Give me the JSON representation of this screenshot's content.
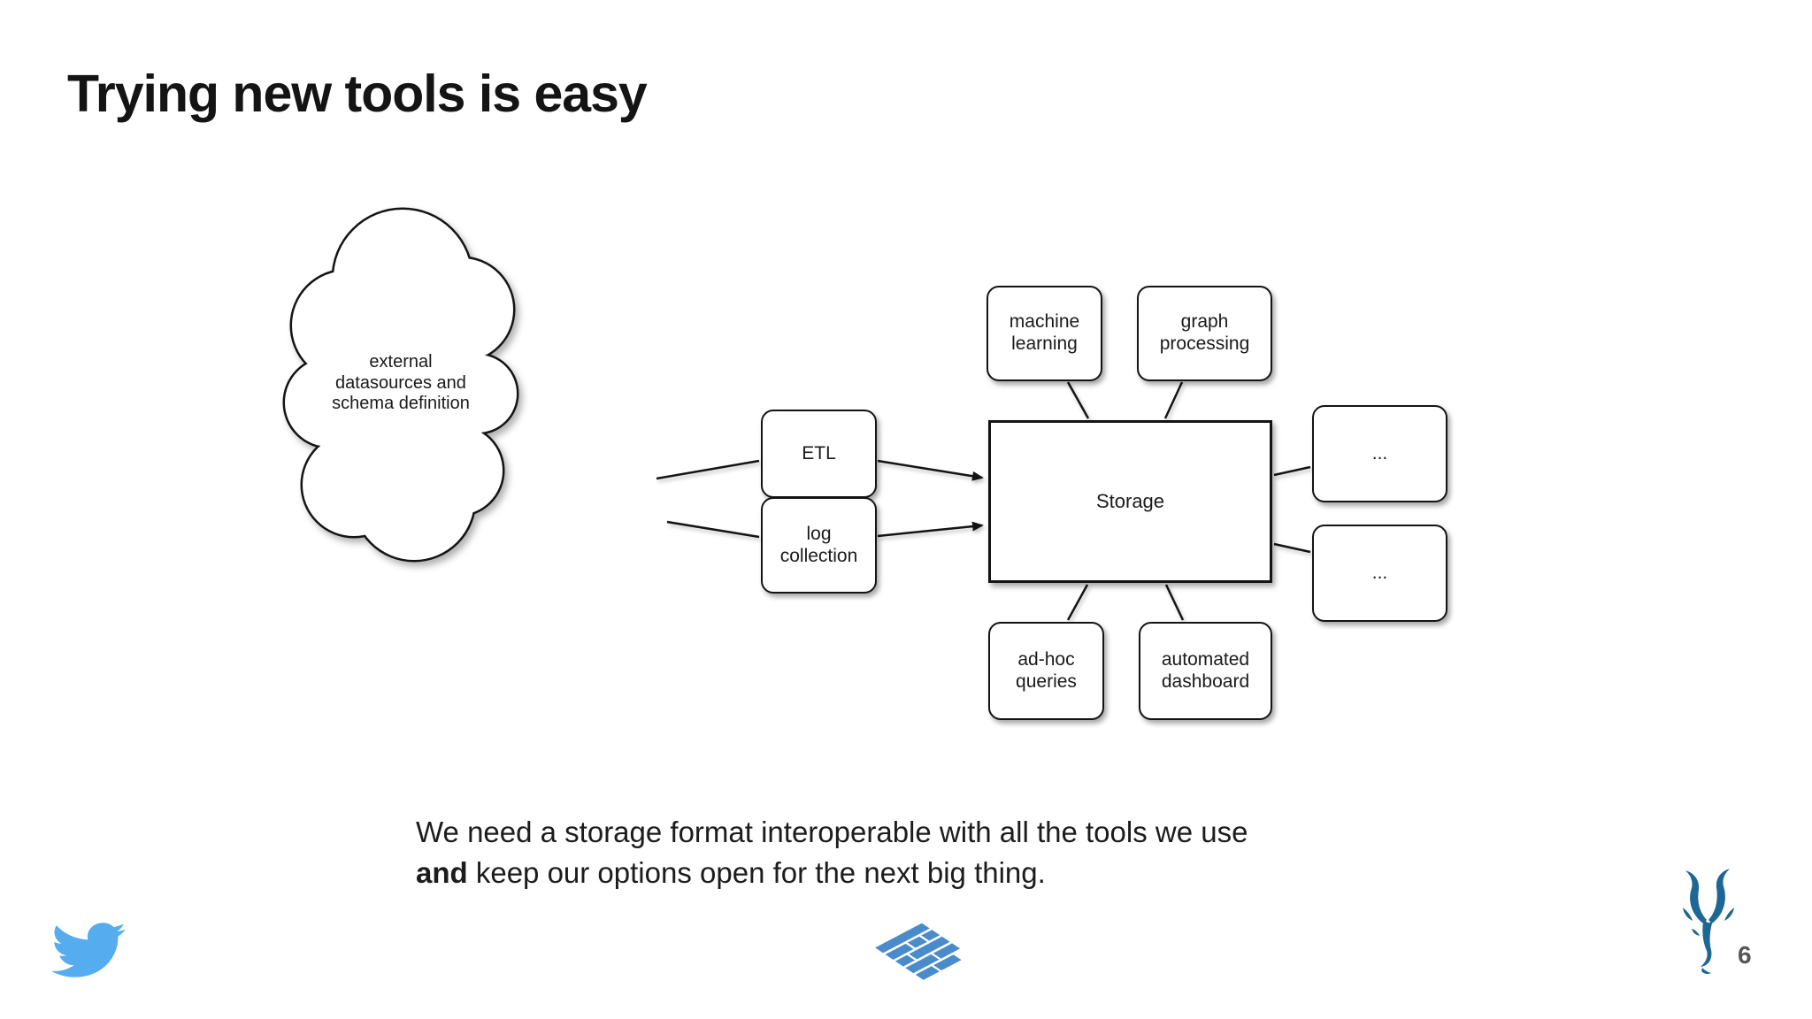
{
  "slide": {
    "title": "Trying new tools is easy",
    "page_number": "6"
  },
  "diagram": {
    "cloud_label": "external\ndatasources and\nschema definition",
    "nodes": {
      "etl": "ETL",
      "log_collection": "log\ncollection",
      "storage": "Storage",
      "machine_learning": "machine\nlearning",
      "graph_processing": "graph\nprocessing",
      "more_top": "...",
      "more_bottom": "...",
      "adhoc_queries": "ad-hoc\nqueries",
      "automated_dashboard": "automated\ndashboard"
    }
  },
  "footer": {
    "message_line1": "We need a storage format interoperable with all the tools we use",
    "message_line2_bold": "and",
    "message_line2_rest": " keep our options open for the next big thing.",
    "icons": {
      "twitter": "twitter-logo",
      "parquet": "parquet-logo",
      "impala": "impala-logo"
    }
  },
  "colors": {
    "background": "#ffffff",
    "text": "#1a1a1a",
    "line": "#141414",
    "twitter_blue": "#55acee",
    "parquet_blue": "#4a8ccb",
    "impala_blue": "#1d6794",
    "page_number_gray": "#565656"
  }
}
